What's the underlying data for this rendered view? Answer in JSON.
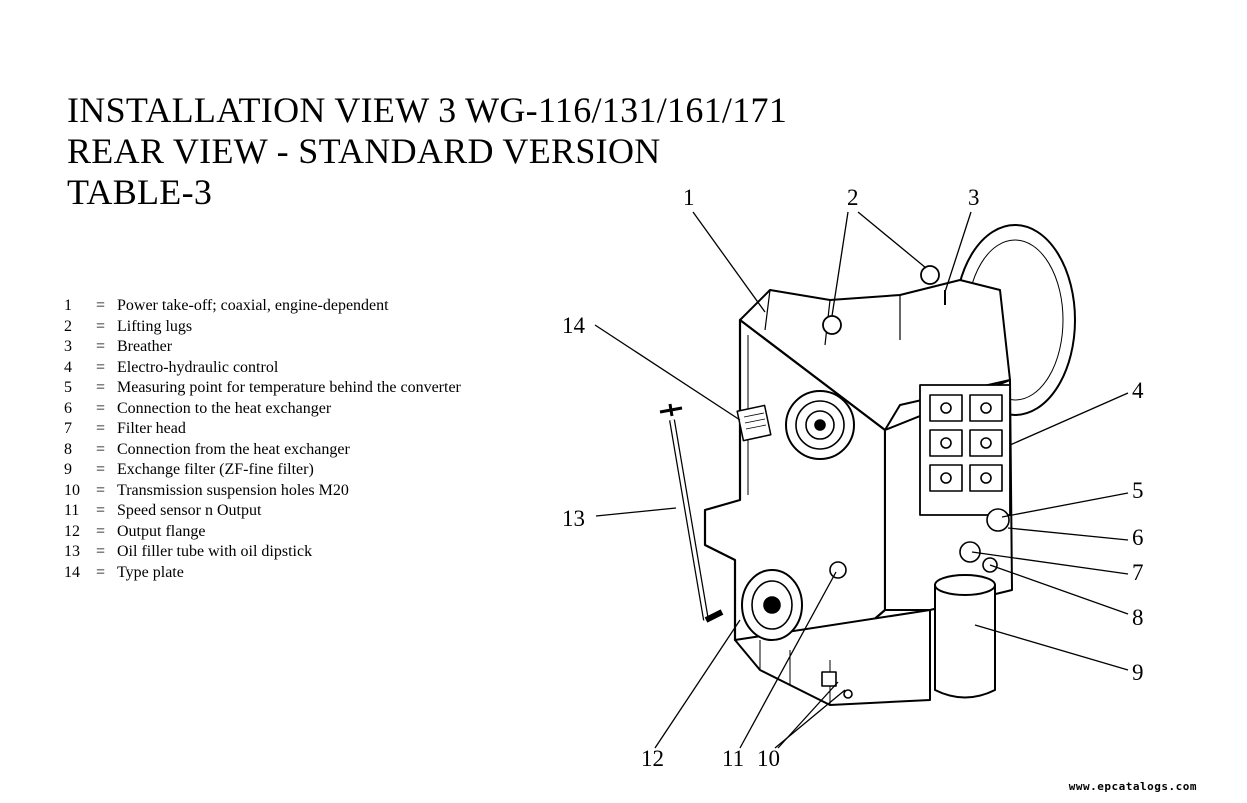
{
  "title": {
    "line1": "INSTALLATION VIEW 3 WG-116/131/161/171",
    "line2": "REAR VIEW - STANDARD VERSION",
    "line3": "TABLE-3"
  },
  "legend": [
    {
      "num": "1",
      "eq": "=",
      "text": "Power take-off; coaxial, engine-dependent"
    },
    {
      "num": "2",
      "eq": "=",
      "text": "Lifting lugs"
    },
    {
      "num": "3",
      "eq": "=",
      "text": "Breather"
    },
    {
      "num": "4",
      "eq": "=",
      "text": "Electro-hydraulic control"
    },
    {
      "num": "5",
      "eq": "=",
      "text": "Measuring point for temperature behind the converter"
    },
    {
      "num": "6",
      "eq": "=",
      "text": "Connection to the heat exchanger"
    },
    {
      "num": "7",
      "eq": "=",
      "text": "Filter head"
    },
    {
      "num": "8",
      "eq": "=",
      "text": "Connection from the heat exchanger"
    },
    {
      "num": "9",
      "eq": "=",
      "text": "Exchange filter (ZF-fine filter)"
    },
    {
      "num": "10",
      "eq": "=",
      "text": "Transmission suspension holes M20"
    },
    {
      "num": "11",
      "eq": "=",
      "text": "Speed sensor n Output"
    },
    {
      "num": "12",
      "eq": "=",
      "text": "Output flange"
    },
    {
      "num": "13",
      "eq": "=",
      "text": "Oil filler tube with oil dipstick"
    },
    {
      "num": "14",
      "eq": "=",
      "text": "Type plate"
    }
  ],
  "callouts": {
    "c1": "1",
    "c2": "2",
    "c3": "3",
    "c4": "4",
    "c5": "5",
    "c6": "6",
    "c7": "7",
    "c8": "8",
    "c9": "9",
    "c10": "10",
    "c11": "11",
    "c12": "12",
    "c13": "13",
    "c14": "14"
  },
  "watermark": "www.epcatalogs.com"
}
